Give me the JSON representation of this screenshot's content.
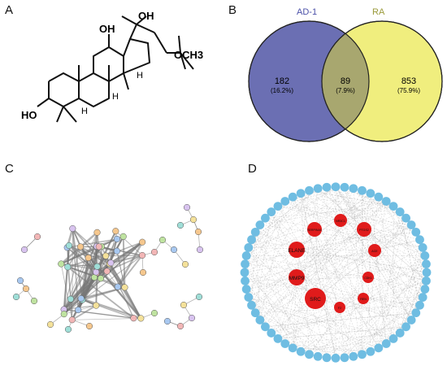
{
  "panels": {
    "a": "A",
    "b": "B",
    "c": "C",
    "d": "D"
  },
  "structure": {
    "oh_top": "OH",
    "oh_side": "OH",
    "ho_left": "HO",
    "och3": "OCH3",
    "h_labels": [
      "H",
      "H",
      "H"
    ]
  },
  "venn": {
    "left_set": "AD-1",
    "right_set": "RA",
    "left_only_count": "182",
    "left_only_pct": "(16.2%)",
    "overlap_count": "89",
    "overlap_pct": "(7.9%)",
    "right_only_count": "853",
    "right_only_pct": "(75.9%)",
    "left_color": "#6b6fb3",
    "right_color": "#f0ee7e",
    "overlap_color": "#a8a76f"
  },
  "network_d": {
    "hubs": [
      "SRC",
      "MMP9",
      "ELANE",
      "SERPINA1",
      "NR3C1",
      "PTGS2",
      "ACE",
      "CDK1",
      "REN",
      "F2"
    ],
    "hub_color": "#e01b1b",
    "outer_color": "#6fbde2"
  },
  "network_c": {
    "node_palette": [
      "#bfe3a0",
      "#a8c8f0",
      "#f2b6b6",
      "#d8c3ef",
      "#f4e19a",
      "#9fded7",
      "#f5c78e"
    ]
  }
}
